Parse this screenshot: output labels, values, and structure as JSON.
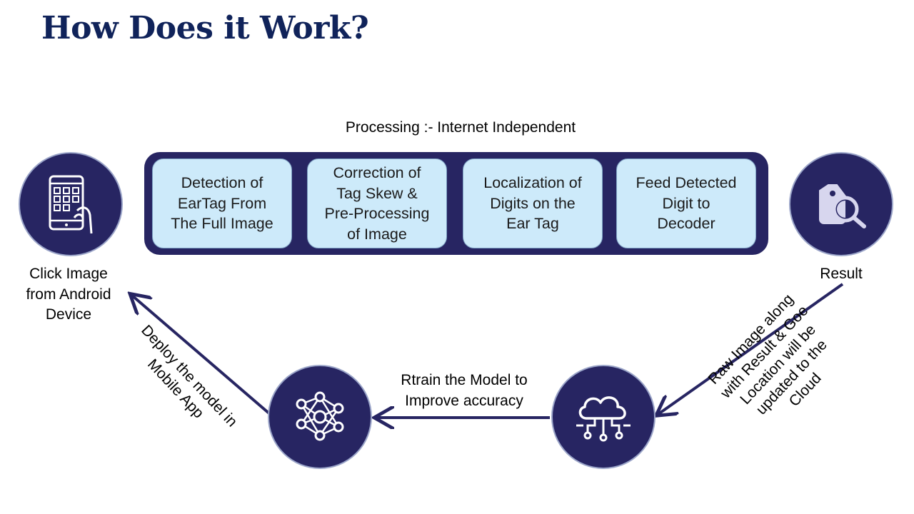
{
  "slide": {
    "title": "How Does it Work?"
  },
  "processing": {
    "caption": "Processing :- Internet Independent",
    "steps": [
      {
        "label": "Detection of\nEarTag From\nThe Full Image"
      },
      {
        "label": "Correction of\nTag Skew &\nPre-Processing\nof Image"
      },
      {
        "label": "Localization of\nDigits on the\nEar Tag"
      },
      {
        "label": "Feed Detected\nDigit to\nDecoder"
      }
    ]
  },
  "nodes": {
    "capture": {
      "label": "Click Image\nfrom Android\nDevice",
      "icon": "smartphone-hand-icon"
    },
    "result": {
      "label": "Result",
      "icon": "tag-search-icon"
    },
    "cloud": {
      "icon": "cloud-network-icon"
    },
    "model": {
      "icon": "neural-network-icon"
    }
  },
  "edges": {
    "result_to_cloud": "Raw Image along\nwith Result & Goe\nLocation will be\nupdated to the\nCloud",
    "cloud_to_model": "Rtrain the Model to\nImprove accuracy",
    "model_to_capture": "Deploy the model in\nMobile App"
  },
  "colors": {
    "title": "#10235a",
    "dark_navy": "#272562",
    "step_fill": "#cdeafa",
    "arrow": "#272562"
  }
}
